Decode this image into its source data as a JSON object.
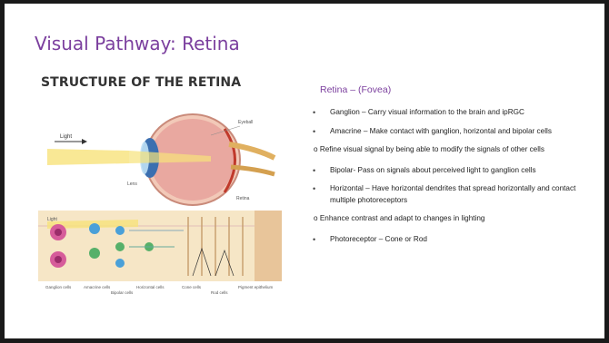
{
  "slide": {
    "title": "Visual Pathway: Retina",
    "figure": {
      "title": "STRUCTURE OF THE RETINA",
      "labels": {
        "light": "Light",
        "eyeball": "Eyeball",
        "lens": "Lens",
        "retina": "Retina",
        "light_lower": "Light",
        "ganglion": "Ganglion cells",
        "amacrine": "Amacrine cells",
        "bipolar": "Bipolar cells",
        "horizontal": "Horizontal cells",
        "cone": "Cone cells",
        "rod": "Rod cells",
        "pigment": "Pigment epithelium"
      }
    },
    "heading": "Retina – (Fovea)",
    "items": [
      {
        "type": "bullet",
        "text": "Ganglion – Carry visual information to the brain and ipRGC"
      },
      {
        "type": "bullet",
        "text": "Amacrine – Make contact with ganglion, horizontal and bipolar cells"
      },
      {
        "type": "sub",
        "text": "o Refine visual signal by being able to modify the signals of other cells"
      },
      {
        "type": "bullet",
        "text": "Bipolar- Pass on signals about perceived light to ganglion cells"
      },
      {
        "type": "bullet",
        "text": "Horizontal – Have horizontal dendrites that spread horizontally and contact multiple photoreceptors"
      },
      {
        "type": "sub",
        "text": "o Enhance contrast and adapt to changes in lighting"
      },
      {
        "type": "bullet",
        "text": "Photoreceptor – Cone or Rod"
      }
    ],
    "bullet_glyph": "•",
    "colors": {
      "accent": "#7b3f9e",
      "background": "#ffffff",
      "frame": "#1a1a1a"
    }
  }
}
